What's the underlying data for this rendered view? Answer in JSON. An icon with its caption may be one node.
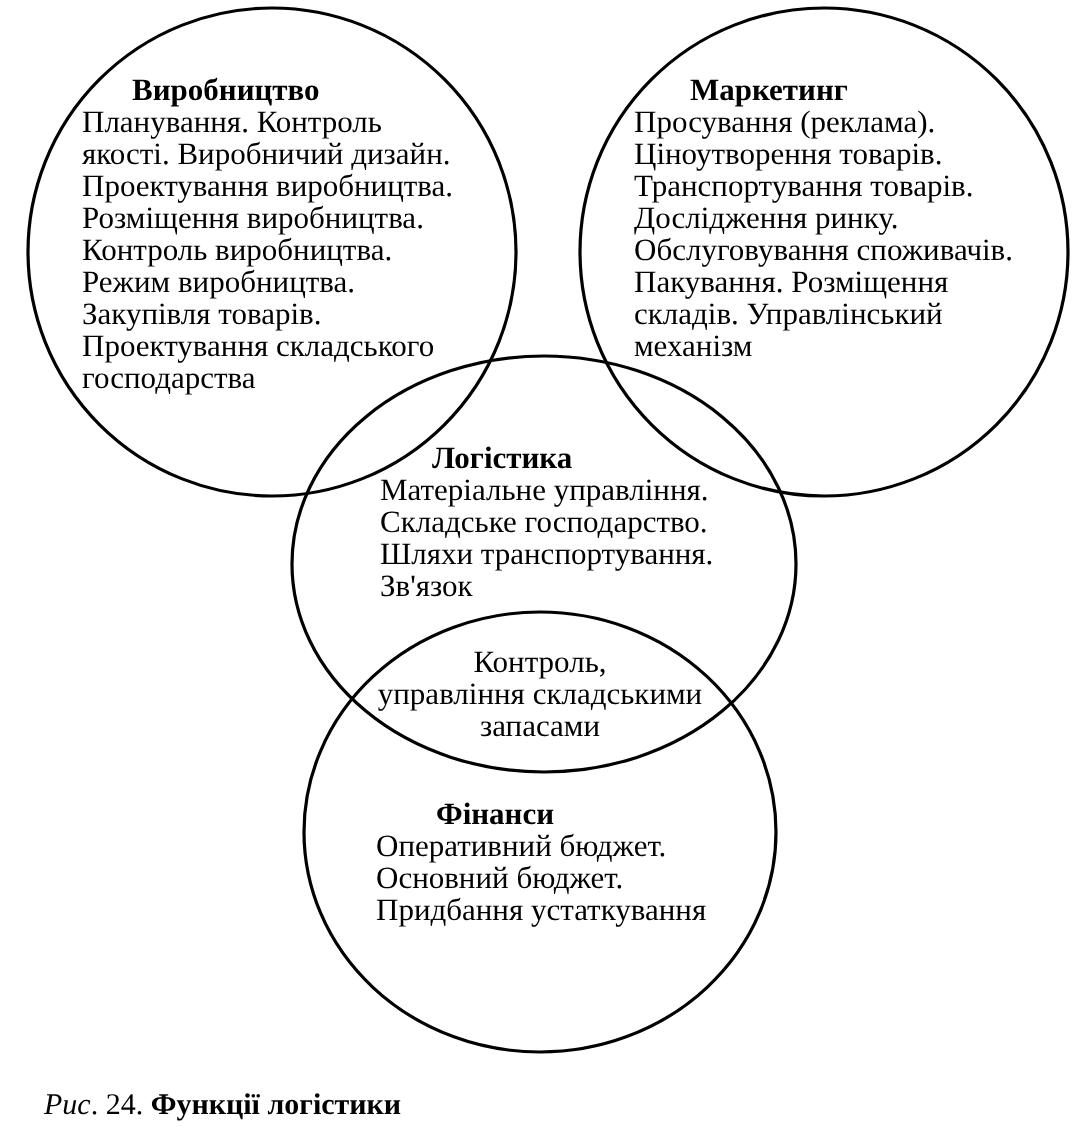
{
  "diagram": {
    "caption": "*Рис*. 24. **Функції логістики**",
    "nodes": [
      {
        "text": [
          "Виробництво",
          "Планування. Контроль якості. Виробничий дизайн. Проектування виробництва. Розміщення виробництва. Контроль виробництва. Режим виробництва. Закупівля товарів. Проектування складського господарства"
        ]
      },
      {
        "text": [
          "Маркетинг",
          "Просування (реклама). Ціноутворення товарів. Транспортування товарів. Дослідження ринку. Обслуговування споживачів. Пакування. Розміщення складів. Управлінський механізм"
        ]
      },
      {
        "text": [
          "Логістика",
          "Матеріальне управління. Складське господарство. Шляхи транспортування. Зв'язок"
        ]
      },
      {
        "text": [
          "Фінанси",
          "Оперативний бюджет. Основний бюджет. Придбання устаткування"
        ]
      }
    ],
    "labels": [
      "Контроль, управління складськими запасами"
    ]
  }
}
